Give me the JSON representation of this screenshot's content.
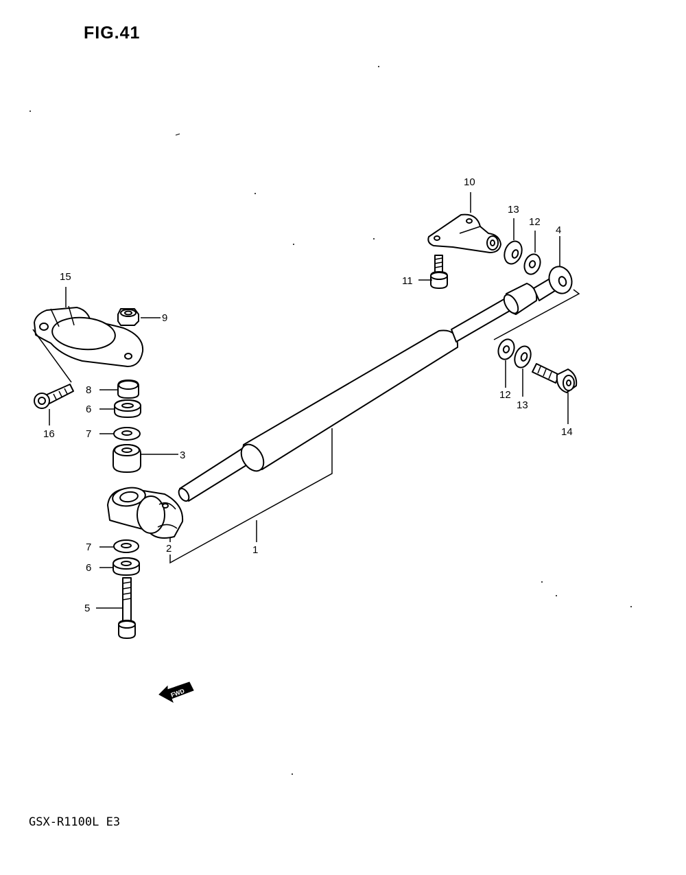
{
  "figure_title": "FIG.41",
  "model_code": "GSX-R1100L E3",
  "fwd_label": "FWD",
  "callouts": {
    "p1": "1",
    "p2": "2",
    "p3": "3",
    "p4": "4",
    "p5": "5",
    "p6a": "6",
    "p6b": "6",
    "p7a": "7",
    "p7b": "7",
    "p8": "8",
    "p9": "9",
    "p10": "10",
    "p11": "11",
    "p12a": "12",
    "p12b": "12",
    "p13a": "13",
    "p13b": "13",
    "p14": "14",
    "p15": "15",
    "p16": "16"
  }
}
